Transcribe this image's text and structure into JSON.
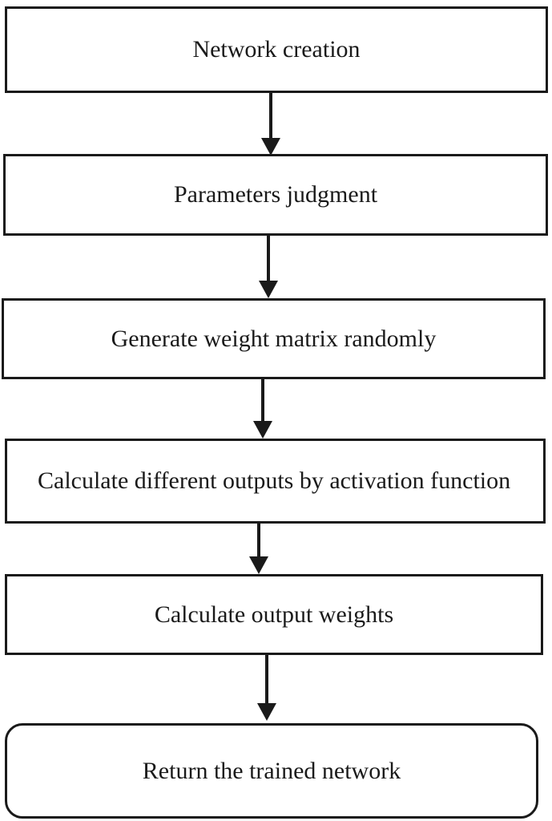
{
  "flowchart": {
    "steps": [
      {
        "label": "Network creation"
      },
      {
        "label": "Parameters judgment"
      },
      {
        "label": "Generate weight matrix randomly"
      },
      {
        "label": "Calculate different outputs by activation function"
      },
      {
        "label": "Calculate output weights"
      },
      {
        "label": "Return the trained network"
      }
    ],
    "terminal_step_shape": "rounded-rectangle",
    "connector": "downward-arrow"
  }
}
